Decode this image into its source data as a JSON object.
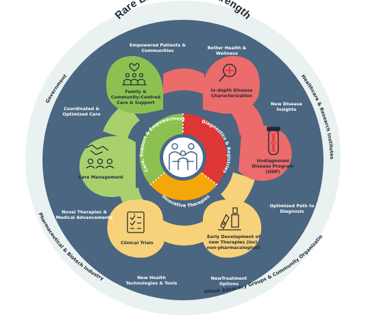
{
  "title": "Rare Lives, Shared Strength",
  "stakeholders": {
    "government": "Government",
    "healthcare": "Healthcare & Research Institutes",
    "pharma": "Pharmaceutical & Biotech Industry",
    "patient_groups": "Patient Advocacy Groups & Community Organizations"
  },
  "center": {
    "care": "Care, Support & Empowerment",
    "diagnostics": "Diagnostics & Registries",
    "therapies": "Innovative Therapies",
    "people_icon": "family-icon"
  },
  "nodes": {
    "family": "Family & Community-Centred Care & Support",
    "indepth": "In-depth Disease Characterization",
    "udp": "Undiagnosed Disease Program (UDP)",
    "early": "Early Development of new Therapies (incl. non-pharmacological)",
    "trials": "Clinical Trials",
    "care_mgmt": "Care Management"
  },
  "outcomes": {
    "empowered": "Empowered Patients & Communities",
    "better_health": "Better Health & Wellness",
    "new_insights": "New Disease Insights",
    "optimized_path": "Optimized Path to Diagnosis",
    "new_treatment": "NewTreatment Options",
    "new_tech": "New Health Technologies & Tools",
    "novel_therapies": "Novel Therapies & Medical Advancements",
    "coordinated": "Coordinated & Optimized Care"
  },
  "colors": {
    "ring": "#4a6680",
    "outer_ring": "#e9f1f1",
    "green": "#8cc152",
    "red": "#de3535",
    "orange": "#f5a70a",
    "light_green": "#a8d16e",
    "light_red": "#ec6b6b",
    "light_yellow": "#f7d27a",
    "center_bg": "#ffffff",
    "center_ring": "#45688b"
  }
}
